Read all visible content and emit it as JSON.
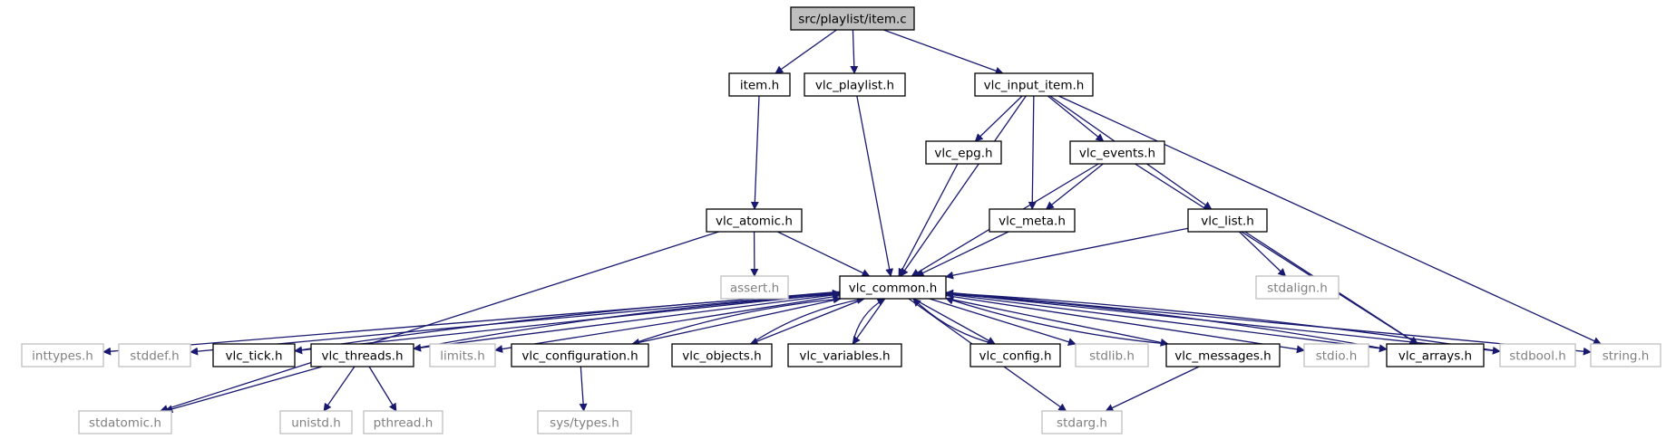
{
  "nodes": [
    {
      "id": "item_c",
      "label": "src/playlist/item.c",
      "kind": "root"
    },
    {
      "id": "item_h",
      "label": "item.h",
      "kind": "doc"
    },
    {
      "id": "vlc_playlist_h",
      "label": "vlc_playlist.h",
      "kind": "doc"
    },
    {
      "id": "vlc_input_item_h",
      "label": "vlc_input_item.h",
      "kind": "doc"
    },
    {
      "id": "vlc_epg_h",
      "label": "vlc_epg.h",
      "kind": "doc"
    },
    {
      "id": "vlc_events_h",
      "label": "vlc_events.h",
      "kind": "doc"
    },
    {
      "id": "vlc_atomic_h",
      "label": "vlc_atomic.h",
      "kind": "doc"
    },
    {
      "id": "vlc_meta_h",
      "label": "vlc_meta.h",
      "kind": "doc"
    },
    {
      "id": "vlc_list_h",
      "label": "vlc_list.h",
      "kind": "doc"
    },
    {
      "id": "assert_h",
      "label": "assert.h",
      "kind": "sys"
    },
    {
      "id": "stdalign_h",
      "label": "stdalign.h",
      "kind": "sys"
    },
    {
      "id": "vlc_common_h",
      "label": "vlc_common.h",
      "kind": "doc"
    },
    {
      "id": "inttypes_h",
      "label": "inttypes.h",
      "kind": "sys"
    },
    {
      "id": "stddef_h",
      "label": "stddef.h",
      "kind": "sys"
    },
    {
      "id": "vlc_tick_h",
      "label": "vlc_tick.h",
      "kind": "doc"
    },
    {
      "id": "vlc_threads_h",
      "label": "vlc_threads.h",
      "kind": "doc"
    },
    {
      "id": "limits_h",
      "label": "limits.h",
      "kind": "sys"
    },
    {
      "id": "vlc_configuration_h",
      "label": "vlc_configuration.h",
      "kind": "doc"
    },
    {
      "id": "vlc_objects_h",
      "label": "vlc_objects.h",
      "kind": "doc"
    },
    {
      "id": "vlc_variables_h",
      "label": "vlc_variables.h",
      "kind": "doc"
    },
    {
      "id": "vlc_config_h",
      "label": "vlc_config.h",
      "kind": "doc"
    },
    {
      "id": "stdlib_h",
      "label": "stdlib.h",
      "kind": "sys"
    },
    {
      "id": "vlc_messages_h",
      "label": "vlc_messages.h",
      "kind": "doc"
    },
    {
      "id": "stdio_h",
      "label": "stdio.h",
      "kind": "sys"
    },
    {
      "id": "vlc_arrays_h",
      "label": "vlc_arrays.h",
      "kind": "doc"
    },
    {
      "id": "stdbool_h",
      "label": "stdbool.h",
      "kind": "sys"
    },
    {
      "id": "string_h",
      "label": "string.h",
      "kind": "sys"
    },
    {
      "id": "stdatomic_h",
      "label": "stdatomic.h",
      "kind": "sys"
    },
    {
      "id": "unistd_h",
      "label": "unistd.h",
      "kind": "sys"
    },
    {
      "id": "pthread_h",
      "label": "pthread.h",
      "kind": "sys"
    },
    {
      "id": "sys_types_h",
      "label": "sys/types.h",
      "kind": "sys"
    },
    {
      "id": "stdarg_h",
      "label": "stdarg.h",
      "kind": "sys"
    }
  ],
  "edges": [
    [
      "item_c",
      "item_h"
    ],
    [
      "item_c",
      "vlc_playlist_h"
    ],
    [
      "item_c",
      "vlc_input_item_h"
    ],
    [
      "item_h",
      "vlc_atomic_h"
    ],
    [
      "vlc_playlist_h",
      "vlc_common_h"
    ],
    [
      "vlc_input_item_h",
      "vlc_common_h"
    ],
    [
      "vlc_input_item_h",
      "vlc_epg_h"
    ],
    [
      "vlc_input_item_h",
      "vlc_meta_h"
    ],
    [
      "vlc_input_item_h",
      "vlc_events_h"
    ],
    [
      "vlc_input_item_h",
      "vlc_list_h"
    ],
    [
      "vlc_input_item_h",
      "string_h"
    ],
    [
      "vlc_epg_h",
      "vlc_common_h"
    ],
    [
      "vlc_events_h",
      "vlc_meta_h"
    ],
    [
      "vlc_events_h",
      "vlc_common_h"
    ],
    [
      "vlc_events_h",
      "vlc_arrays_h"
    ],
    [
      "vlc_meta_h",
      "vlc_common_h"
    ],
    [
      "vlc_atomic_h",
      "assert_h"
    ],
    [
      "vlc_atomic_h",
      "vlc_common_h"
    ],
    [
      "vlc_atomic_h",
      "stdatomic_h"
    ],
    [
      "vlc_list_h",
      "vlc_common_h"
    ],
    [
      "vlc_list_h",
      "stdalign_h"
    ],
    [
      "vlc_list_h",
      "vlc_arrays_h"
    ],
    [
      "vlc_common_h",
      "inttypes_h"
    ],
    [
      "vlc_common_h",
      "stddef_h"
    ],
    [
      "vlc_common_h",
      "vlc_tick_h"
    ],
    [
      "vlc_common_h",
      "vlc_threads_h"
    ],
    [
      "vlc_common_h",
      "limits_h"
    ],
    [
      "vlc_common_h",
      "vlc_configuration_h"
    ],
    [
      "vlc_common_h",
      "vlc_objects_h"
    ],
    [
      "vlc_common_h",
      "vlc_variables_h"
    ],
    [
      "vlc_common_h",
      "vlc_config_h"
    ],
    [
      "vlc_common_h",
      "stdlib_h"
    ],
    [
      "vlc_common_h",
      "vlc_messages_h"
    ],
    [
      "vlc_common_h",
      "stdio_h"
    ],
    [
      "vlc_common_h",
      "vlc_arrays_h"
    ],
    [
      "vlc_common_h",
      "stdbool_h"
    ],
    [
      "vlc_common_h",
      "string_h"
    ],
    [
      "vlc_common_h",
      "stdarg_h"
    ],
    [
      "vlc_tick_h",
      "vlc_common_h"
    ],
    [
      "vlc_threads_h",
      "vlc_common_h"
    ],
    [
      "vlc_configuration_h",
      "vlc_common_h"
    ],
    [
      "vlc_objects_h",
      "vlc_common_h"
    ],
    [
      "vlc_variables_h",
      "vlc_common_h"
    ],
    [
      "vlc_config_h",
      "vlc_common_h"
    ],
    [
      "vlc_messages_h",
      "vlc_common_h"
    ],
    [
      "vlc_arrays_h",
      "vlc_common_h"
    ],
    [
      "stdbool_h",
      "vlc_common_h"
    ],
    [
      "vlc_threads_h",
      "stdatomic_h"
    ],
    [
      "vlc_threads_h",
      "unistd_h"
    ],
    [
      "vlc_threads_h",
      "pthread_h"
    ],
    [
      "vlc_configuration_h",
      "sys_types_h"
    ],
    [
      "vlc_messages_h",
      "stdarg_h"
    ]
  ]
}
